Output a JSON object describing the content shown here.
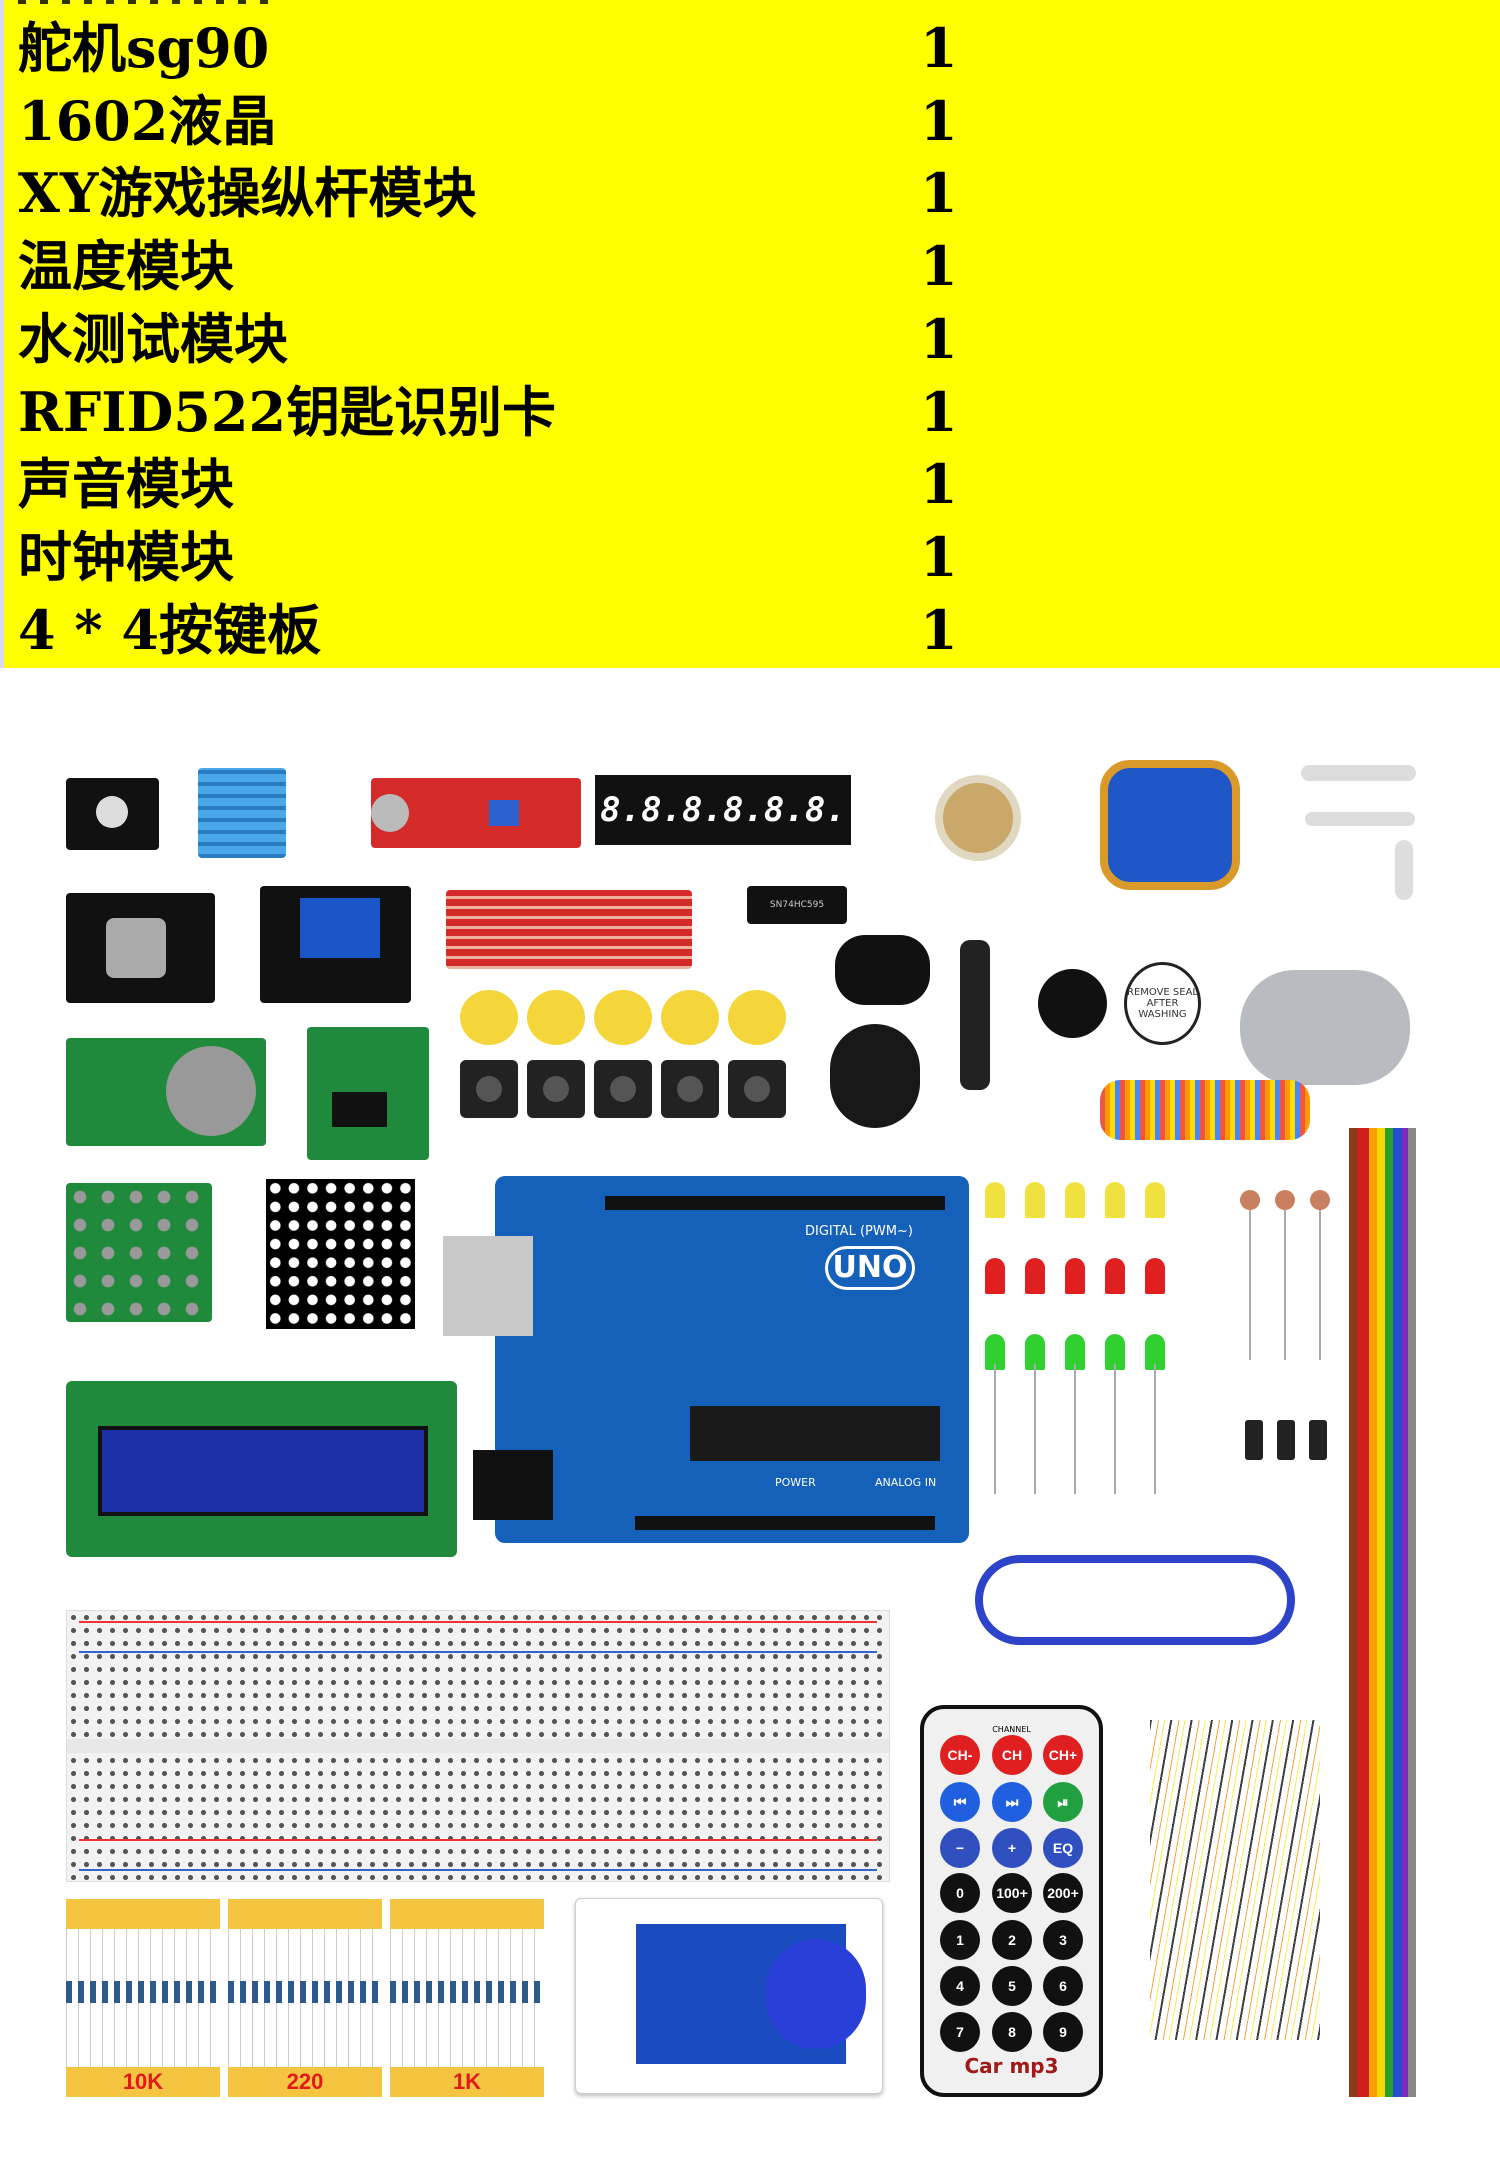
{
  "parts_list": [
    {
      "name": "舵机sg90",
      "qty": "1"
    },
    {
      "name": "1602液晶",
      "qty": "1"
    },
    {
      "name": "XY游戏操纵杆模块",
      "qty": "1"
    },
    {
      "name": "温度模块",
      "qty": "1"
    },
    {
      "name": "水测试模块",
      "qty": "1"
    },
    {
      "name": "RFID522钥匙识别卡",
      "qty": "1"
    },
    {
      "name": "声音模块",
      "qty": "1"
    },
    {
      "name": "时钟模块",
      "qty": "1"
    },
    {
      "name": "4 * 4按键板",
      "qty": "1"
    }
  ],
  "photo": {
    "seven_segment": "8.8.8.8.8.8.",
    "arduino": {
      "logo": "UNO",
      "digital": "DIGITAL (PWM~)",
      "power": "POWER",
      "analog": "ANALOG IN"
    },
    "chip_label": "SN74HC595",
    "buzzer_seal": "REMOVE SEAL AFTER WASHING",
    "resistors": [
      "10K",
      "220",
      "1K"
    ],
    "remote": {
      "header": "CHANNEL",
      "buttons": [
        "CH-",
        "CH",
        "CH+",
        "⏮",
        "⏭",
        "⏯",
        "−",
        "+",
        "EQ",
        "0",
        "100+",
        "200+",
        "1",
        "2",
        "3",
        "4",
        "5",
        "6",
        "7",
        "8",
        "9"
      ],
      "brand": "Car mp3"
    }
  },
  "colors": {
    "banner": "#ffff00",
    "pcb_blue": "#1560b8",
    "resistor_tape": "#f5c542"
  }
}
